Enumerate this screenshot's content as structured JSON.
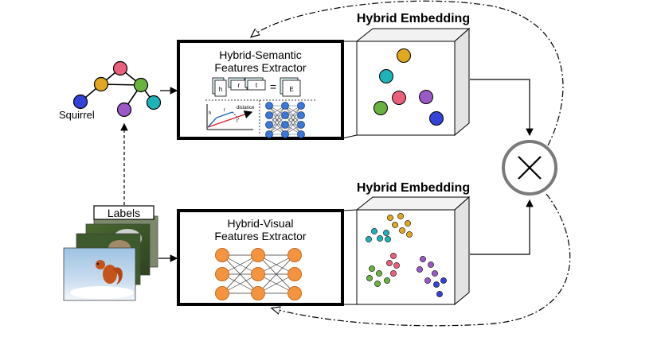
{
  "top_branch": {
    "embedding_title": "Hybrid Embedding",
    "extractor_title_line1": "Hybrid-Semantic",
    "extractor_title_line2": "Features Extractor",
    "graph_node_label": "Squirrel",
    "equation": {
      "h": "h",
      "r": "r",
      "t": "t",
      "equals": "=",
      "e": "E"
    },
    "plot": {
      "distance": "distance",
      "h": "h",
      "r": "r",
      "t": "t"
    }
  },
  "bottom_branch": {
    "embedding_title": "Hybrid Embedding",
    "extractor_title_line1": "Hybrid-Visual",
    "extractor_title_line2": "Features Extractor",
    "labels_box": "Labels"
  },
  "combine_operator": "×",
  "colors": {
    "yellow": "#e0a820",
    "pink": "#e8607a",
    "green": "#6ab240",
    "teal": "#1eb3b9",
    "purple": "#9b59c6",
    "blue": "#3442d8",
    "orange": "#f5943f",
    "orange_stroke": "#c86a1e",
    "net_blue": "#3b78d8"
  }
}
